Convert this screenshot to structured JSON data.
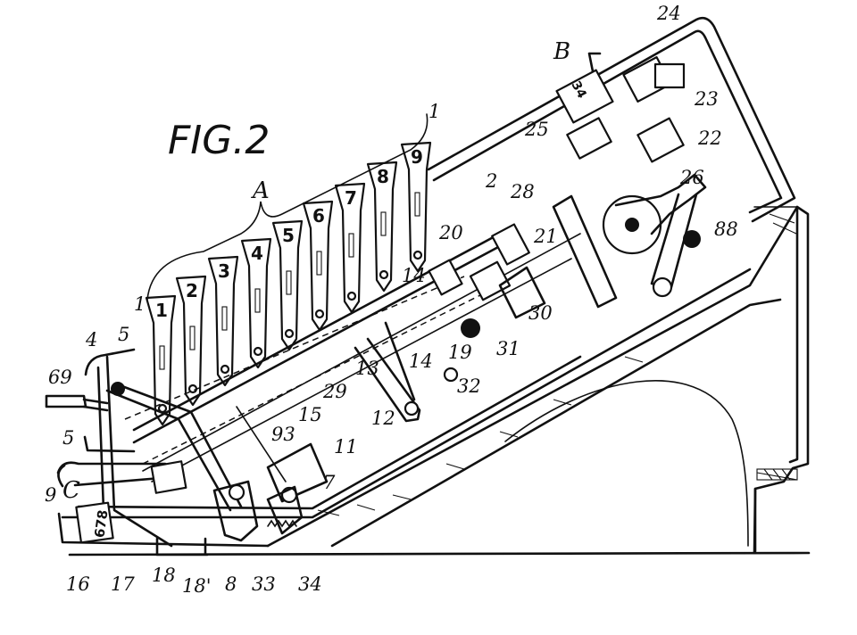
{
  "figure_title": "FIG.2",
  "group_labels": [
    "A",
    "B",
    "C"
  ],
  "key_numbers": [
    "1",
    "2",
    "3",
    "4",
    "5",
    "6",
    "7",
    "8",
    "9"
  ],
  "ref_numerals": [
    "1",
    "1",
    "2",
    "4",
    "5",
    "5",
    "7",
    "8",
    "9",
    "11",
    "12",
    "13",
    "14",
    "14",
    "15",
    "16",
    "17",
    "18",
    "18'",
    "19",
    "20",
    "21",
    "22",
    "23",
    "24",
    "25",
    "26",
    "28",
    "29",
    "30",
    "31",
    "32",
    "33",
    "34",
    "69",
    "88",
    "93"
  ],
  "counter_wheel_text": "678",
  "upper_counter_text": "34"
}
